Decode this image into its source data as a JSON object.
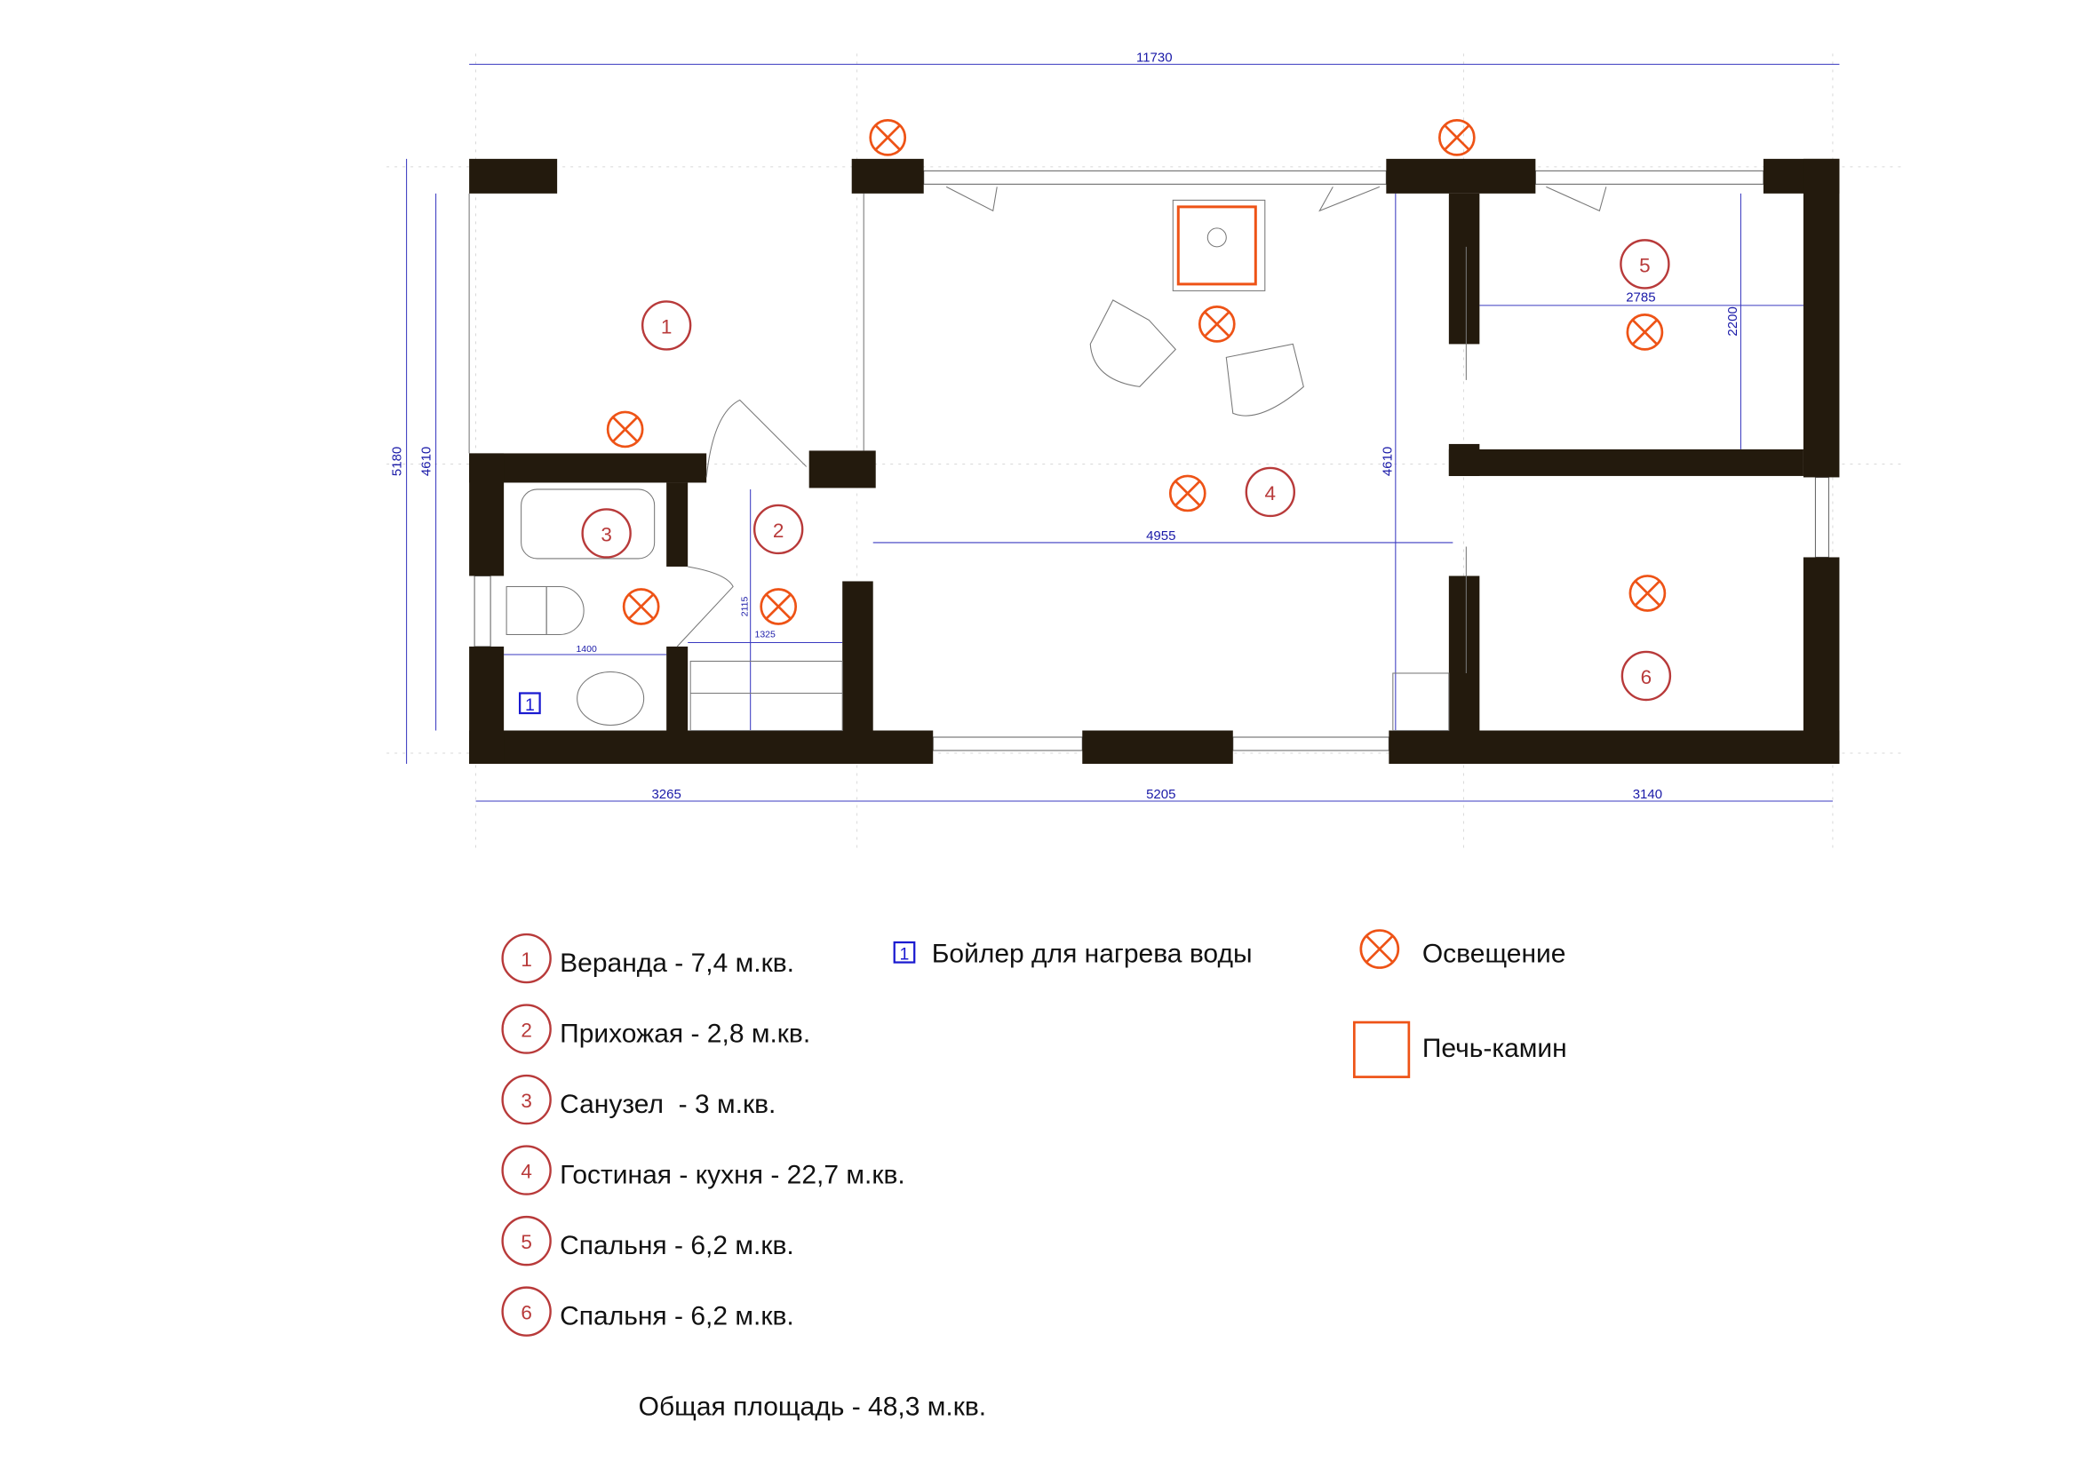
{
  "dimensions": {
    "total_width": "11730",
    "total_height": "5180",
    "inner_height_left": "4610",
    "inner_height_mid": "4610",
    "bottom_left": "3265",
    "bottom_mid": "5205",
    "bottom_right": "3140",
    "living_width": "4955",
    "bedroom_width": "2785",
    "bedroom_depth": "2200",
    "bath_width": "1400",
    "hall_width": "1325",
    "hall_depth": "2115"
  },
  "rooms": [
    {
      "num": "1",
      "label": "Веранда - 7,4 м.кв."
    },
    {
      "num": "2",
      "label": "Прихожая - 2,8 м.кв."
    },
    {
      "num": "3",
      "label": "Санузел  - 3 м.кв."
    },
    {
      "num": "4",
      "label": "Гостиная - кухня - 22,7 м.кв."
    },
    {
      "num": "5",
      "label": "Спальня - 6,2 м.кв."
    },
    {
      "num": "6",
      "label": "Спальня - 6,2 м.кв."
    }
  ],
  "boiler": {
    "num": "1",
    "label": "Бойлер для нагрева воды",
    "color": "#1a1ad0"
  },
  "lighting": {
    "label": "Освещение",
    "color": "#ee5316"
  },
  "stove": {
    "label": "Печь-камин",
    "color": "#ee5316"
  },
  "total_area": "Общая площадь - 48,3 м.кв."
}
